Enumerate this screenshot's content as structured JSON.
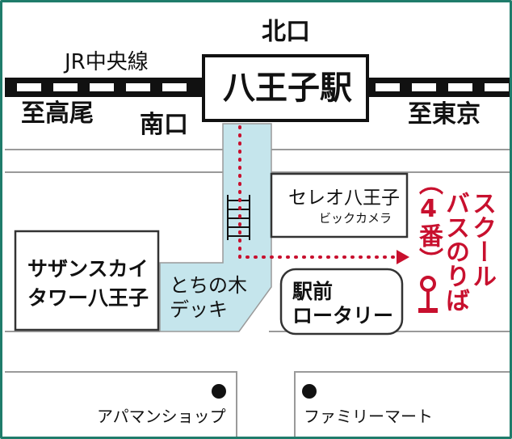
{
  "station": {
    "name": "八王子駅",
    "north_exit": "北口",
    "south_exit": "南口"
  },
  "rail": {
    "line_name": "JR中央線",
    "west_direction": "至高尾",
    "east_direction": "至東京"
  },
  "buildings": {
    "cereo": {
      "name": "セレオ八王子",
      "tenant": "ビックカメラ"
    },
    "sazanska": {
      "line1": "サザンスカイ",
      "line2": "タワー八王子"
    },
    "rotary": {
      "line1": "駅前",
      "line2": "ロータリー"
    }
  },
  "deck": {
    "line1": "とちの木",
    "line2": "デッキ"
  },
  "bus_stop": {
    "line1": "スクール",
    "line2": "バスのりば",
    "number": "（4番）"
  },
  "shops": {
    "apamanshop": "アパマンショップ",
    "familymart": "ファミリーマート"
  },
  "colors": {
    "frame": "#1f7c6b",
    "deck_fill": "#c5e5ec",
    "route": "#c8102e",
    "rail_black": "#111111",
    "outline": "#333333"
  },
  "icons": {
    "bus_stop_marker": "pin-icon",
    "shop_marker": "dot-icon"
  }
}
